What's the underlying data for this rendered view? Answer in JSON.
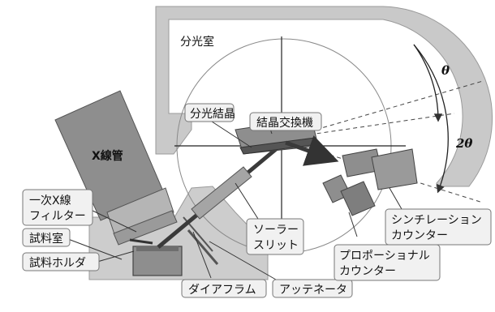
{
  "labels": {
    "spectro_room": "分光室",
    "analyzing_crystal": "分光結晶",
    "crystal_changer": "結晶交換機",
    "xray_tube": "X線管",
    "primary_filter_l1": "一次X線",
    "primary_filter_l2": "フィルター",
    "sample_room": "試料室",
    "sample_holder": "試料ホルダ",
    "diaphragm": "ダイアフラム",
    "attenuator": "アッテネータ",
    "soller_l1": "ソーラー",
    "soller_l2": "スリット",
    "scint_l1": "シンチレーション",
    "scint_l2": "カウンター",
    "prop_l1": "プロポーショナル",
    "prop_l2": "カウンター",
    "theta": "θ",
    "two_theta": "2θ"
  },
  "colors": {
    "housing": "#c9c9c9",
    "component": "#8e8e8e",
    "beam": "#444444",
    "callout_fill": "#f1f1f1",
    "callout_stroke": "#777777",
    "text": "#111111"
  }
}
